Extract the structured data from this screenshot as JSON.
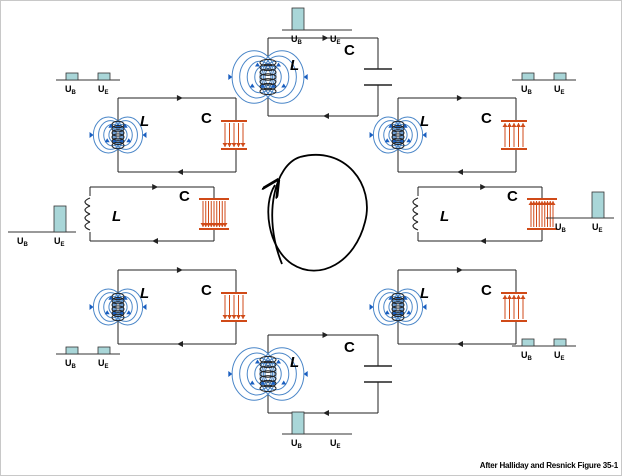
{
  "labels": {
    "inductor": "L",
    "capacitor": "C",
    "magnetic_energy": "U",
    "magnetic_energy_sub": "B",
    "electric_energy": "U",
    "electric_energy_sub": "E"
  },
  "credit": "After Halliday and Resnick Figure 35-1",
  "colors": {
    "wire": "#222222",
    "field_line": "#4a86c8",
    "field_arrow": "#1a5fc0",
    "e_field": "#d04a18",
    "bar_fill": "#a9d6d8",
    "bar_stroke": "#333333",
    "cycle_arrow": "#000000"
  },
  "states": [
    {
      "id": "top",
      "ub": 1.0,
      "ue": 0.0,
      "charge": 0,
      "field": "B"
    },
    {
      "id": "upper-right",
      "ub": 0.5,
      "ue": 0.5,
      "charge": 1,
      "field": "both"
    },
    {
      "id": "right",
      "ub": 0.0,
      "ue": 1.0,
      "charge": 1,
      "field": "E"
    },
    {
      "id": "lower-right",
      "ub": 0.5,
      "ue": 0.5,
      "charge": 1,
      "field": "both"
    },
    {
      "id": "bottom",
      "ub": 1.0,
      "ue": 0.0,
      "charge": 0,
      "field": "B"
    },
    {
      "id": "lower-left",
      "ub": 0.5,
      "ue": 0.5,
      "charge": -1,
      "field": "both"
    },
    {
      "id": "left",
      "ub": 0.0,
      "ue": 1.0,
      "charge": -1,
      "field": "E"
    },
    {
      "id": "upper-left",
      "ub": 0.5,
      "ue": 0.5,
      "charge": -1,
      "field": "both"
    }
  ]
}
